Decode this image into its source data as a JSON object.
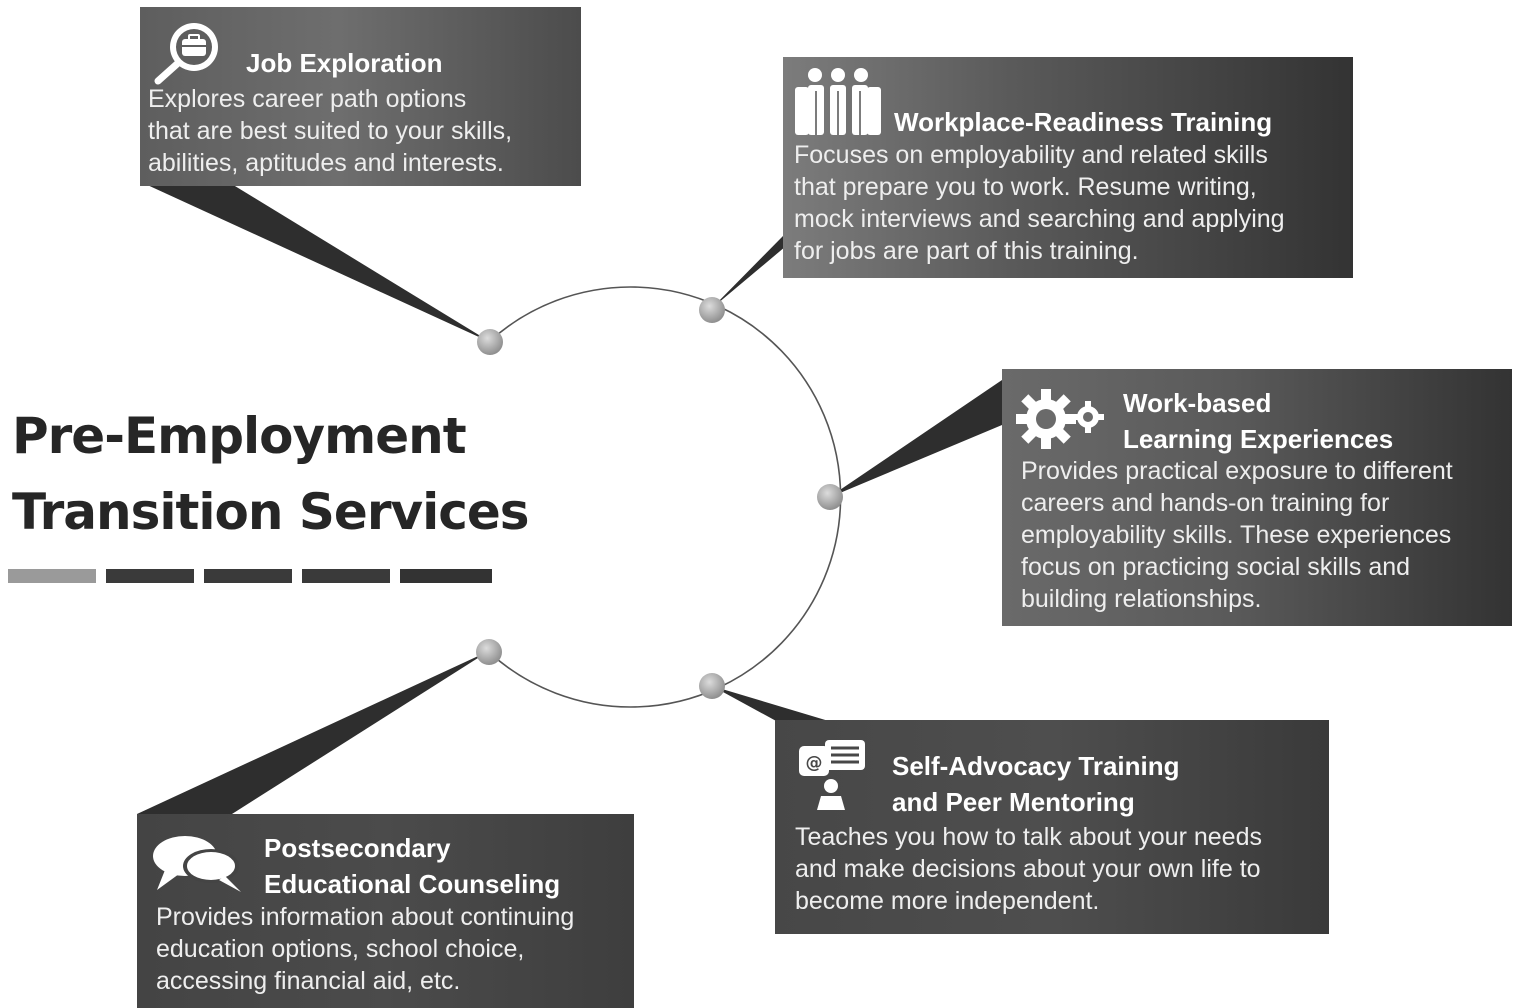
{
  "title": {
    "line1": "Pre-Employment",
    "line2": "Transition Services"
  },
  "colors": {
    "box_dark": "#444444",
    "box_light": "#6e6e6e",
    "node": "#a8a8a8",
    "circle": "#555555",
    "text": "#ffffff",
    "title": "#262626"
  },
  "services": {
    "job_exploration": {
      "icon": "magnifier-briefcase-icon",
      "heading": "Job Exploration",
      "lines": [
        "Explores career path options",
        "that are best suited to your skills,",
        "abilities, aptitudes and interests."
      ]
    },
    "workplace_readiness": {
      "icon": "people-group-icon",
      "heading": "Workplace-Readiness Training",
      "lines": [
        "Focuses on employability and related skills",
        "that prepare you to work. Resume writing,",
        "mock interviews and searching and applying",
        "for jobs are part of this training."
      ]
    },
    "work_based_learning": {
      "icon": "gears-icon",
      "heading_lines": [
        "Work-based",
        "Learning Experiences"
      ],
      "lines": [
        "Provides practical exposure to different",
        "careers and hands-on training for",
        "employability skills. These experiences",
        "focus on practicing social skills and",
        "building relationships."
      ]
    },
    "self_advocacy": {
      "icon": "person-speech-icon",
      "heading_lines": [
        "Self-Advocacy Training",
        "and Peer Mentoring"
      ],
      "lines": [
        "Teaches you how to talk about your needs",
        "and make decisions about your own life to",
        "become more independent."
      ]
    },
    "postsecondary": {
      "icon": "speech-bubbles-icon",
      "heading_lines": [
        "Postsecondary",
        "Educational Counseling"
      ],
      "lines": [
        "Provides information about continuing",
        "education options, school choice,",
        "accessing financial aid, etc."
      ]
    }
  }
}
